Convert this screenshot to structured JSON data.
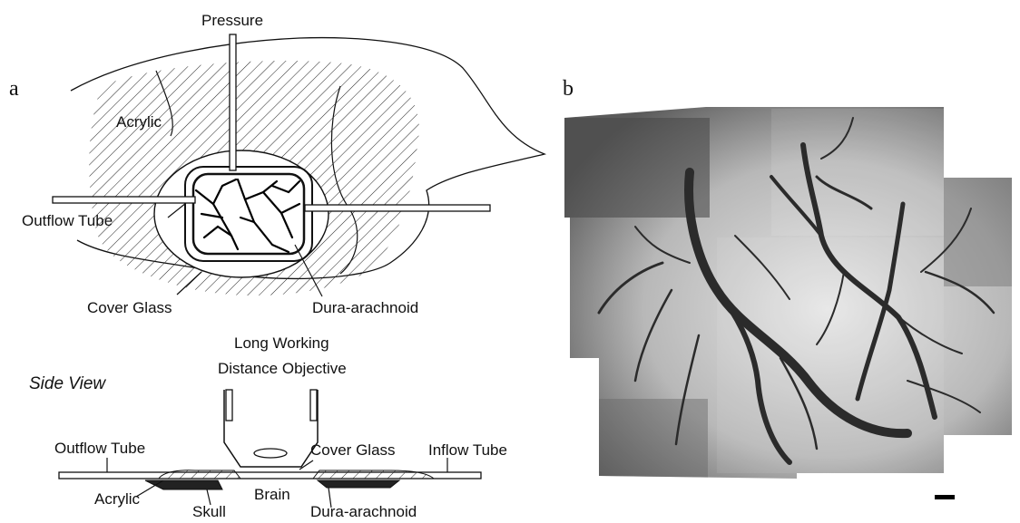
{
  "panels": {
    "a": "a",
    "b": "b"
  },
  "top_view_labels": {
    "pressure": "Pressure",
    "acrylic": "Acrylic",
    "outflow_tube": "Outflow Tube",
    "cover_glass": "Cover Glass",
    "dura_arachnoid": "Dura-arachnoid"
  },
  "side_view": {
    "title": "Side View",
    "objective_line1": "Long Working",
    "objective_line2": "Distance Objective",
    "outflow_tube": "Outflow Tube",
    "cover_glass": "Cover Glass",
    "inflow_tube": "Inflow Tube",
    "acrylic": "Acrylic",
    "brain": "Brain",
    "skull": "Skull",
    "dura_arachnoid": "Dura-arachnoid"
  },
  "colors": {
    "ink": "#111111",
    "photo_dark": "#3a3a3a",
    "photo_light": "#d8d8d8"
  }
}
